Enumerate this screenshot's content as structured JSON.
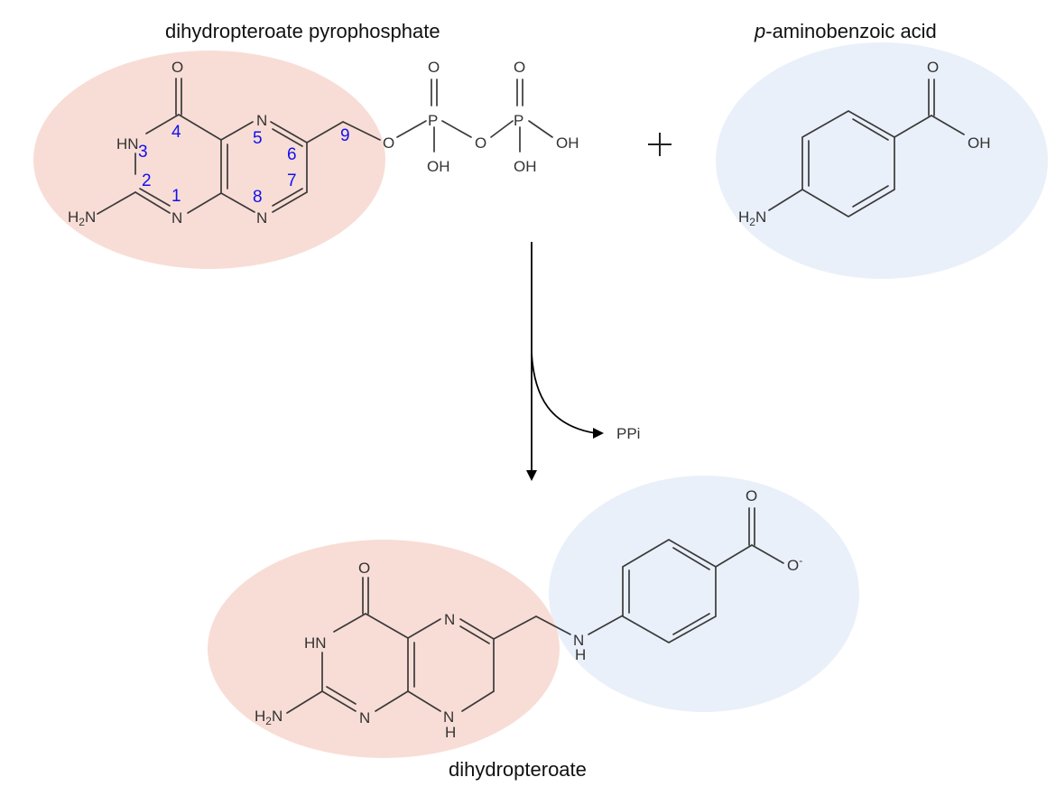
{
  "titles": {
    "dhpp": "dihydropteroate pyrophosphate",
    "paba_prefix": "p",
    "paba_rest": "-aminobenzoic acid",
    "product": "dihydropteroate"
  },
  "atoms": {
    "O": "O",
    "N": "N",
    "HN": "HN",
    "H2N_H": "H",
    "H2N_2": "2",
    "H2N_N": "N",
    "P": "P",
    "OH": "OH",
    "O_minus": "-",
    "H": "H",
    "NH_N": "N",
    "NH_H": "H"
  },
  "numbering": [
    "1",
    "2",
    "3",
    "4",
    "5",
    "6",
    "7",
    "8",
    "9"
  ],
  "byproduct": "PPi",
  "colors": {
    "pterin_fill": "#f8ddd6",
    "paba_fill": "#eaf0fa",
    "numbering": "#1111ee"
  }
}
